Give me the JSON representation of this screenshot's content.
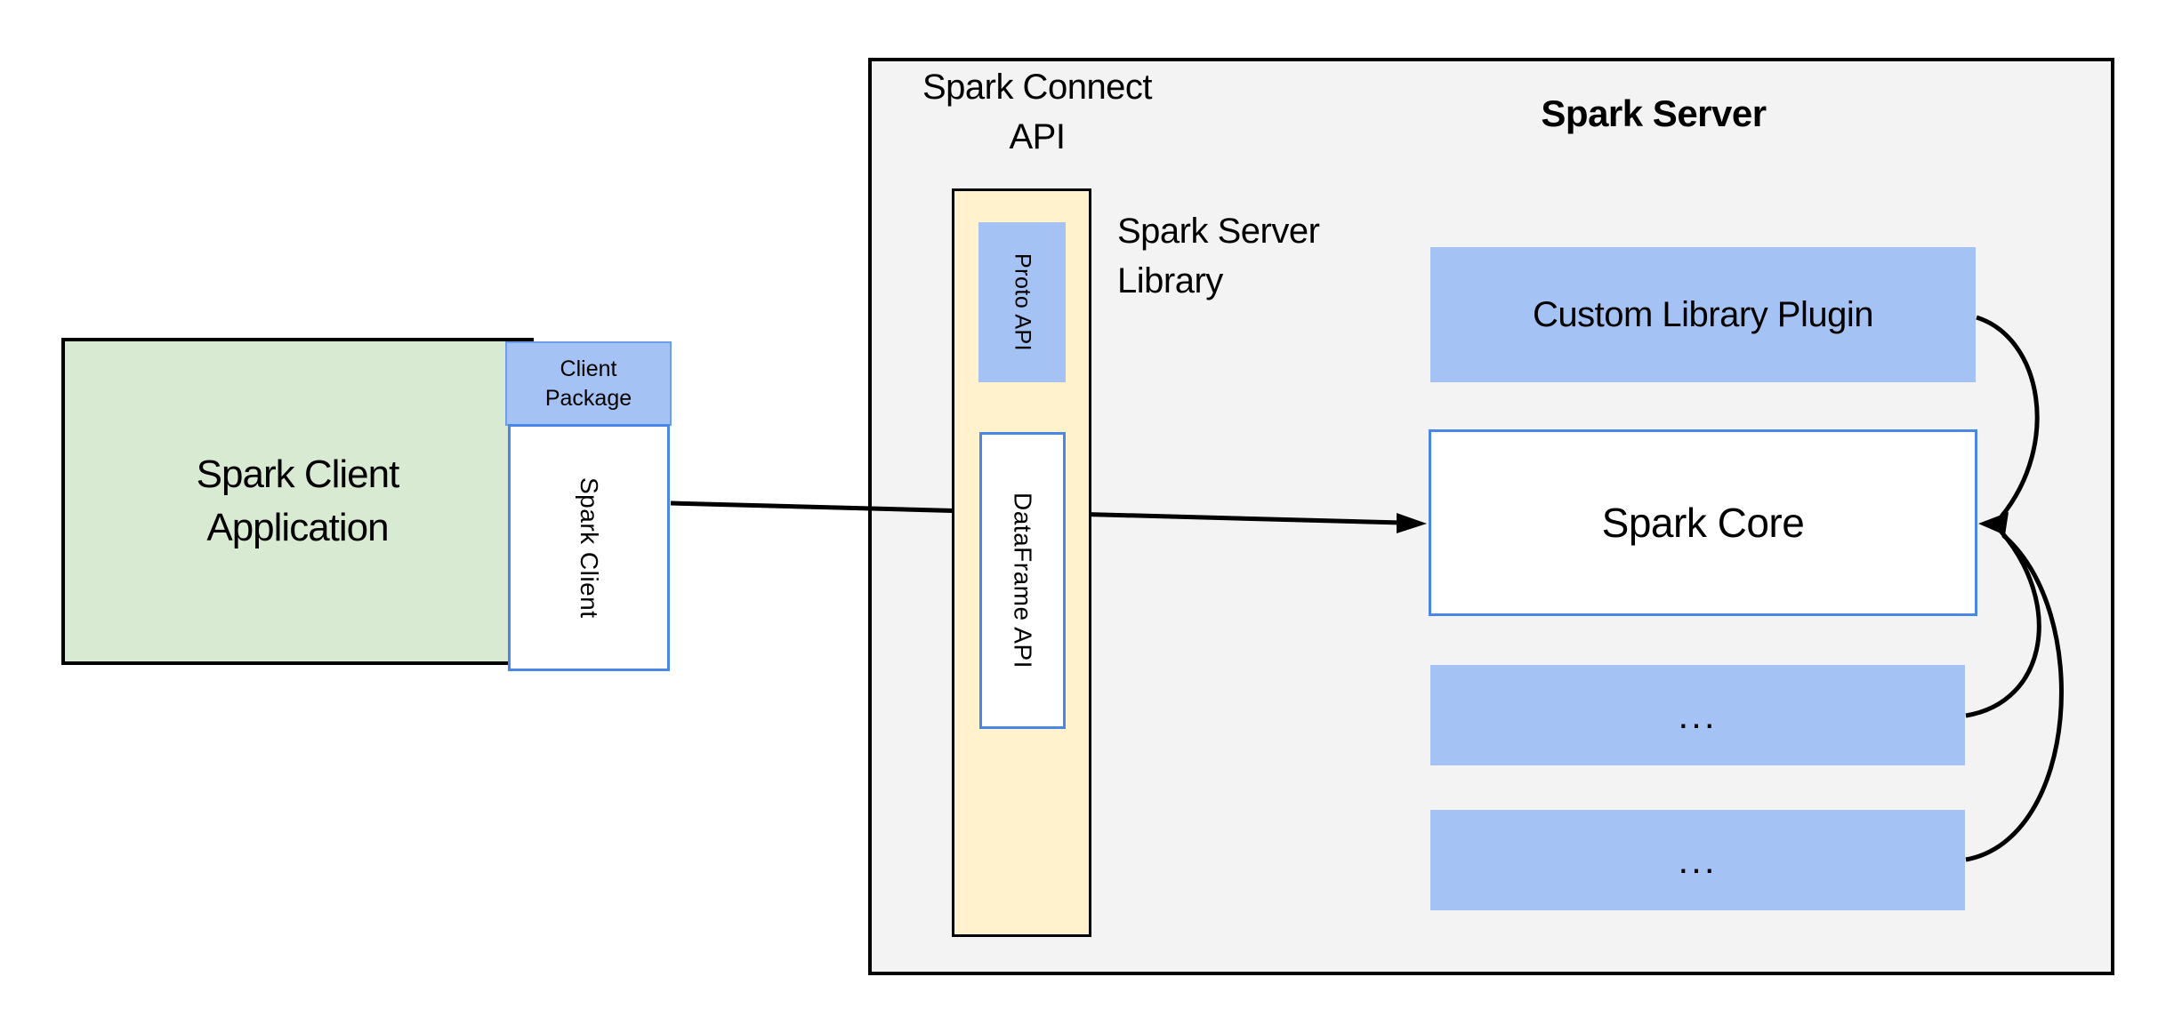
{
  "titles": {
    "spark_connect_api": "Spark Connect\nAPI",
    "spark_server": "Spark Server",
    "spark_server_library": "Spark Server\nLibrary"
  },
  "client": {
    "application_label": "Spark Client\nApplication",
    "package_label": "Client\nPackage",
    "spark_client_label": "Spark Client"
  },
  "connect_api": {
    "proto_api_label": "Proto  API",
    "dataframe_api_label": "DataFrame API"
  },
  "server": {
    "custom_library_plugin_label": "Custom Library Plugin",
    "spark_core_label": "Spark Core",
    "plugin_placeholder_1": "...",
    "plugin_placeholder_2": "..."
  },
  "colors": {
    "blue": "#a4c2f4",
    "blue-border": "#6d9eeb",
    "accent": "#4a86e8",
    "green": "#d9ead3",
    "cream": "#fff2cc",
    "panel": "#f3f3f3",
    "ink": "#000000"
  }
}
